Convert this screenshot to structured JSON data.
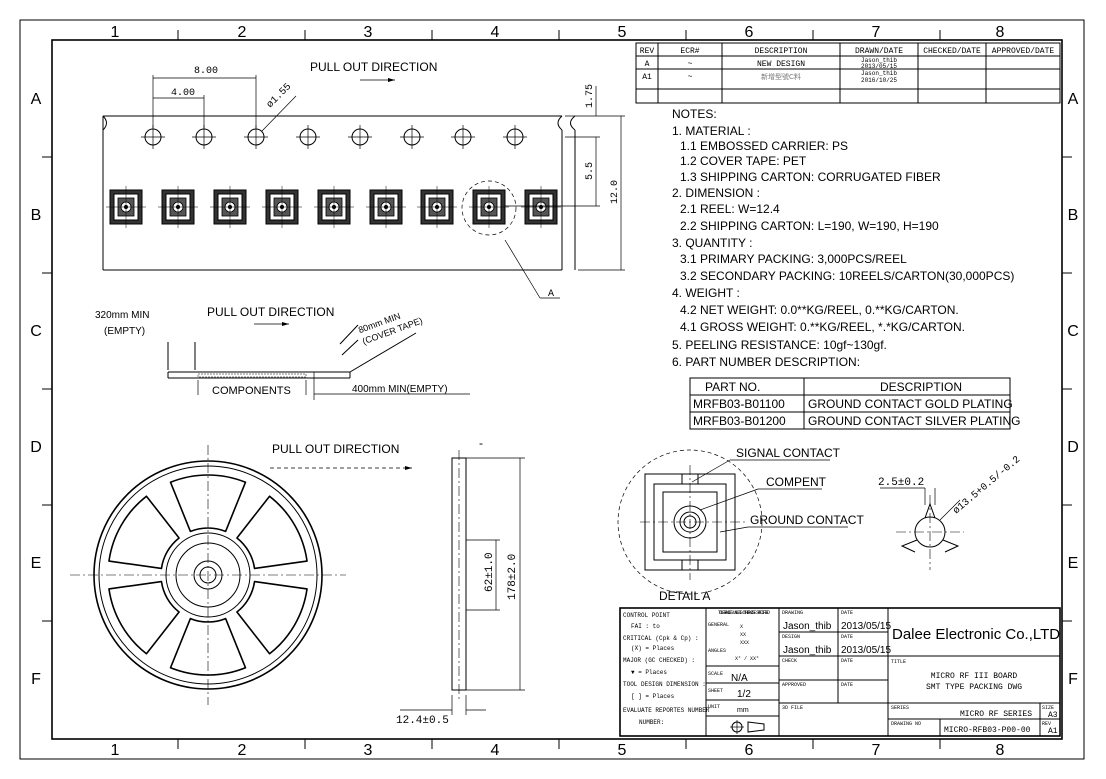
{
  "border": {
    "col_labels": [
      "1",
      "2",
      "3",
      "4",
      "5",
      "6",
      "7",
      "8"
    ],
    "row_labels": [
      "A",
      "B",
      "C",
      "D",
      "E",
      "F"
    ]
  },
  "revision_table": {
    "headers": [
      "REV",
      "ECR#",
      "DESCRIPTION",
      "DRAWN/DATE",
      "CHECKED/DATE",
      "APPROVED/DATE"
    ],
    "rows": [
      {
        "rev": "A",
        "ecr": "~",
        "desc": "NEW DESIGN",
        "drawn_name": "Jason_thib",
        "drawn_date": "2013/05/15"
      },
      {
        "rev": "A1",
        "ecr": "~",
        "desc": "新增型號C料",
        "drawn_name": "Jason_thib",
        "drawn_date": "2016/10/25"
      }
    ]
  },
  "tape_view": {
    "pull_out": "PULL OUT DIRECTION",
    "dim_8": "8.00",
    "dim_4": "4.00",
    "dim_hole": "ø1.55",
    "dim_175": "1.75",
    "dim_55": "5.5",
    "dim_12": "12.0",
    "detail_ref": "A"
  },
  "tape_side": {
    "leader_min": "320mm MIN",
    "leader_empty": "(EMPTY)",
    "pull_out": "PULL OUT DIRECTION",
    "cover_min": "80mm MIN",
    "cover_label": "(COVER TAPE)",
    "components": "COMPONENTS",
    "trailer": "400mm MIN(EMPTY)"
  },
  "notes": {
    "heading": "NOTES:",
    "lines": [
      "1. MATERIAL :",
      "1.1 EMBOSSED CARRIER: PS",
      "1.2 COVER TAPE: PET",
      "1.3 SHIPPING CARTON: CORRUGATED FIBER",
      "2. DIMENSION :",
      "2.1 REEL: W=12.4",
      "2.2 SHIPPING CARTON: L=190, W=190, H=190",
      "3. QUANTITY :",
      "3.1 PRIMARY PACKING: 3,000PCS/REEL",
      "3.2 SECONDARY PACKING: 10REELS/CARTON(30,000PCS)",
      "4. WEIGHT :",
      "4.2 NET WEIGHT: 0.0**KG/REEL, 0.**KG/CARTON.",
      "4.1 GROSS WEIGHT: 0.**KG/REEL, *.*KG/CARTON.",
      "5. PEELING RESISTANCE: 10gf~130gf.",
      "6. PART NUMBER DESCRIPTION:"
    ]
  },
  "part_table": {
    "headers": [
      "PART NO.",
      "DESCRIPTION"
    ],
    "rows": [
      {
        "part": "MRFB03-B01100",
        "desc": "GROUND CONTACT GOLD PLATING"
      },
      {
        "part": "MRFB03-B01200",
        "desc": "GROUND CONTACT SILVER PLATING"
      }
    ]
  },
  "reel_view": {
    "pull_out": "PULL OUT DIRECTION",
    "dim_62": "62±1.0",
    "dim_178": "178±2.0",
    "dim_width": "12.4±0.5",
    "top_mark": "-"
  },
  "detail": {
    "signal": "SIGNAL CONTACT",
    "compent": "COMPENT",
    "ground": "GROUND CONTACT",
    "caption": "DETAIL A",
    "hub_dim": "2.5±0.2",
    "bore_dim": "ø13.5+0.5/-0.2"
  },
  "title_block": {
    "control_point": "CONTROL POINT",
    "fai": "FAI :        to",
    "critical": "CRITICAL (Cpk & Cp) :",
    "critical_places": "(X) =        Places",
    "major": "MAJOR (GC CHECKED) :",
    "major_places": "▼ =        Places",
    "tool": "TOOL DESIGN DIMENSION :",
    "tool_places": "[ ] =        Places",
    "evaluate": "EVALUATE REPORTES NUMBER",
    "number": "NUMBER:",
    "tol_head": "TOLERANCES UNLESS OTHERWISE SPECIFIED",
    "general": "GENERAL",
    "tol_x": "X",
    "tol_xx": "XX",
    "tol_xxx": "XXX",
    "angles": "ANGLES",
    "tol_ang": "X° / XX°",
    "scale_label": "SCALE",
    "scale_value": "N/A",
    "sheet_label": "SHEET",
    "sheet_value": "1/2",
    "unit_label": "UNIT",
    "unit_value": "mm",
    "drawing_label": "DRAWING",
    "drawing_name": "Jason_thib",
    "design_label": "DESIGN",
    "design_name": "Jason_thib",
    "check_label": "CHECK",
    "approved_label": "APPROVED",
    "date_label": "DATE",
    "drawing_date": "2013/05/15",
    "design_date": "2013/05/15",
    "file_label": "3D FILE",
    "company": "Dalee Electronic Co.,LTD",
    "title_label": "TITLE",
    "title_line1": "MICRO RF III BOARD",
    "title_line2": "SMT TYPE PACKING DWG",
    "series_label": "SERIES",
    "series_value": "MICRO RF SERIES",
    "size_label": "SIZE",
    "size_value": "A3",
    "dwgno_label": "DRAWING NO",
    "dwgno_value": "MICRO-RFB03-P00-00",
    "rev_label": "REV",
    "rev_value": "A1"
  }
}
